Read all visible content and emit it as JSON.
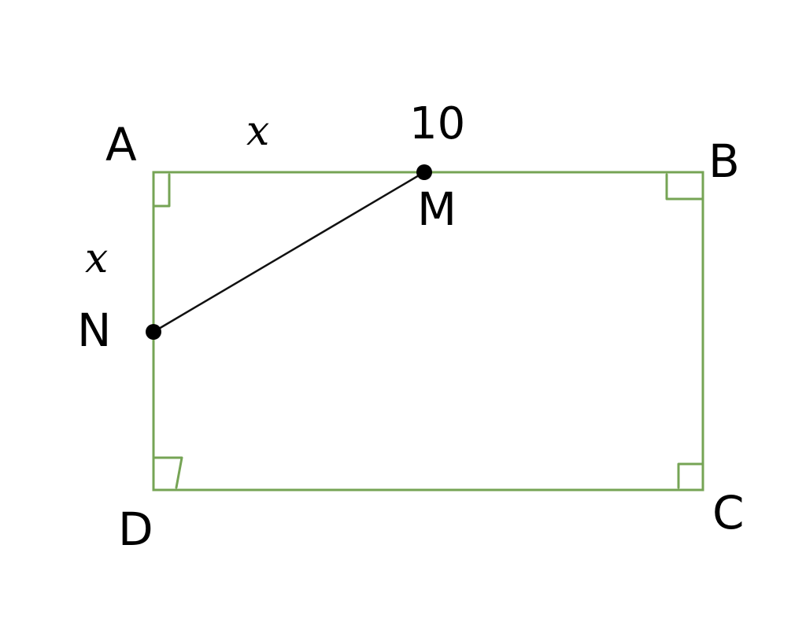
{
  "diagram": {
    "vertices": {
      "A": "A",
      "B": "B",
      "C": "C",
      "D": "D"
    },
    "points": {
      "M": "M",
      "N": "N"
    },
    "measurements": {
      "top_segment_var": "x",
      "left_segment_var": "x",
      "segment_MN_length": "10"
    },
    "colors": {
      "rectangle": "#76a455",
      "segment": "#111111",
      "points": "#000000",
      "text": "#000000",
      "background": "#ffffff"
    }
  }
}
